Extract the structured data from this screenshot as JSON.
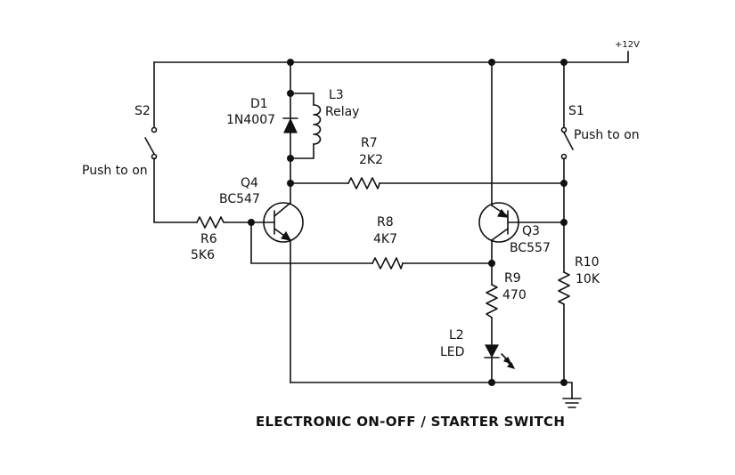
{
  "title": "ELECTRONIC ON-OFF / STARTER SWITCH",
  "supply": {
    "label": "+12V"
  },
  "components": {
    "s2": {
      "ref": "S2",
      "desc": "Push to on"
    },
    "s1": {
      "ref": "S1",
      "desc": "Push to on"
    },
    "d1": {
      "ref": "D1",
      "value": "1N4007"
    },
    "l3": {
      "ref": "L3",
      "value": "Relay"
    },
    "r7": {
      "ref": "R7",
      "value": "2K2"
    },
    "q4": {
      "ref": "Q4",
      "value": "BC547"
    },
    "r6": {
      "ref": "R6",
      "value": "5K6"
    },
    "r8": {
      "ref": "R8",
      "value": "4K7"
    },
    "q3": {
      "ref": "Q3",
      "value": "BC557"
    },
    "r10": {
      "ref": "R10",
      "value": "10K"
    },
    "r9": {
      "ref": "R9",
      "value": "470"
    },
    "l2": {
      "ref": "L2",
      "value": "LED"
    }
  },
  "icons": {
    "ground": "ground-icon",
    "led_emission": "light-emission-icon"
  }
}
